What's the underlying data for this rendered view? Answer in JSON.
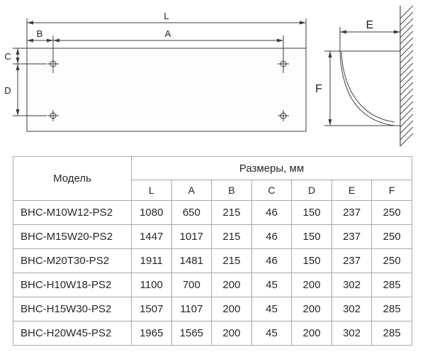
{
  "diagram": {
    "labels": {
      "L": "L",
      "A": "A",
      "B": "B",
      "C": "C",
      "D": "D",
      "E": "E",
      "F": "F"
    }
  },
  "table": {
    "model_header": "Модель",
    "dims_header": "Размеры, мм",
    "columns": [
      "L",
      "A",
      "B",
      "C",
      "D",
      "E",
      "F"
    ],
    "rows": [
      {
        "model": "BHC-M10W12-PS2",
        "values": [
          1080,
          650,
          215,
          46,
          150,
          237,
          250
        ]
      },
      {
        "model": "BHC-M15W20-PS2",
        "values": [
          1447,
          1017,
          215,
          46,
          150,
          237,
          250
        ]
      },
      {
        "model": "BHC-M20T30-PS2",
        "values": [
          1911,
          1481,
          215,
          46,
          150,
          237,
          250
        ]
      },
      {
        "model": "BHC-H10W18-PS2",
        "values": [
          1100,
          700,
          200,
          45,
          200,
          302,
          285
        ]
      },
      {
        "model": "BHC-H15W30-PS2",
        "values": [
          1507,
          1107,
          200,
          45,
          200,
          302,
          285
        ]
      },
      {
        "model": "BHC-H20W45-PS2",
        "values": [
          1965,
          1565,
          200,
          45,
          200,
          302,
          285
        ]
      }
    ]
  }
}
